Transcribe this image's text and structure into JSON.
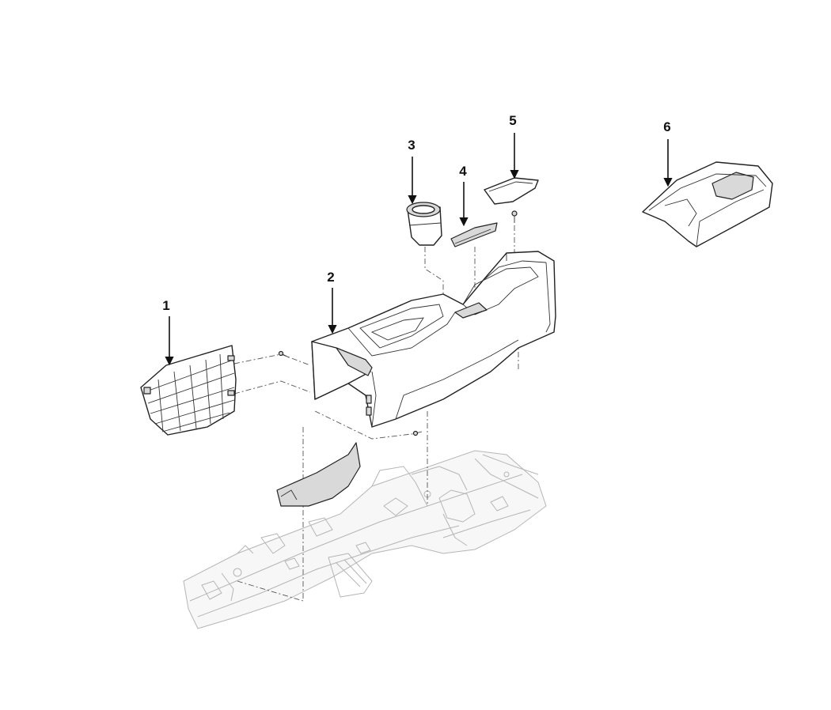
{
  "colors": {
    "line": "#222222",
    "shade": "#d9d9d9",
    "floor": "#b5b5b5"
  },
  "callouts": [
    {
      "number": "1"
    },
    {
      "number": "2"
    },
    {
      "number": "3"
    },
    {
      "number": "4"
    },
    {
      "number": "5"
    },
    {
      "number": "6"
    }
  ]
}
